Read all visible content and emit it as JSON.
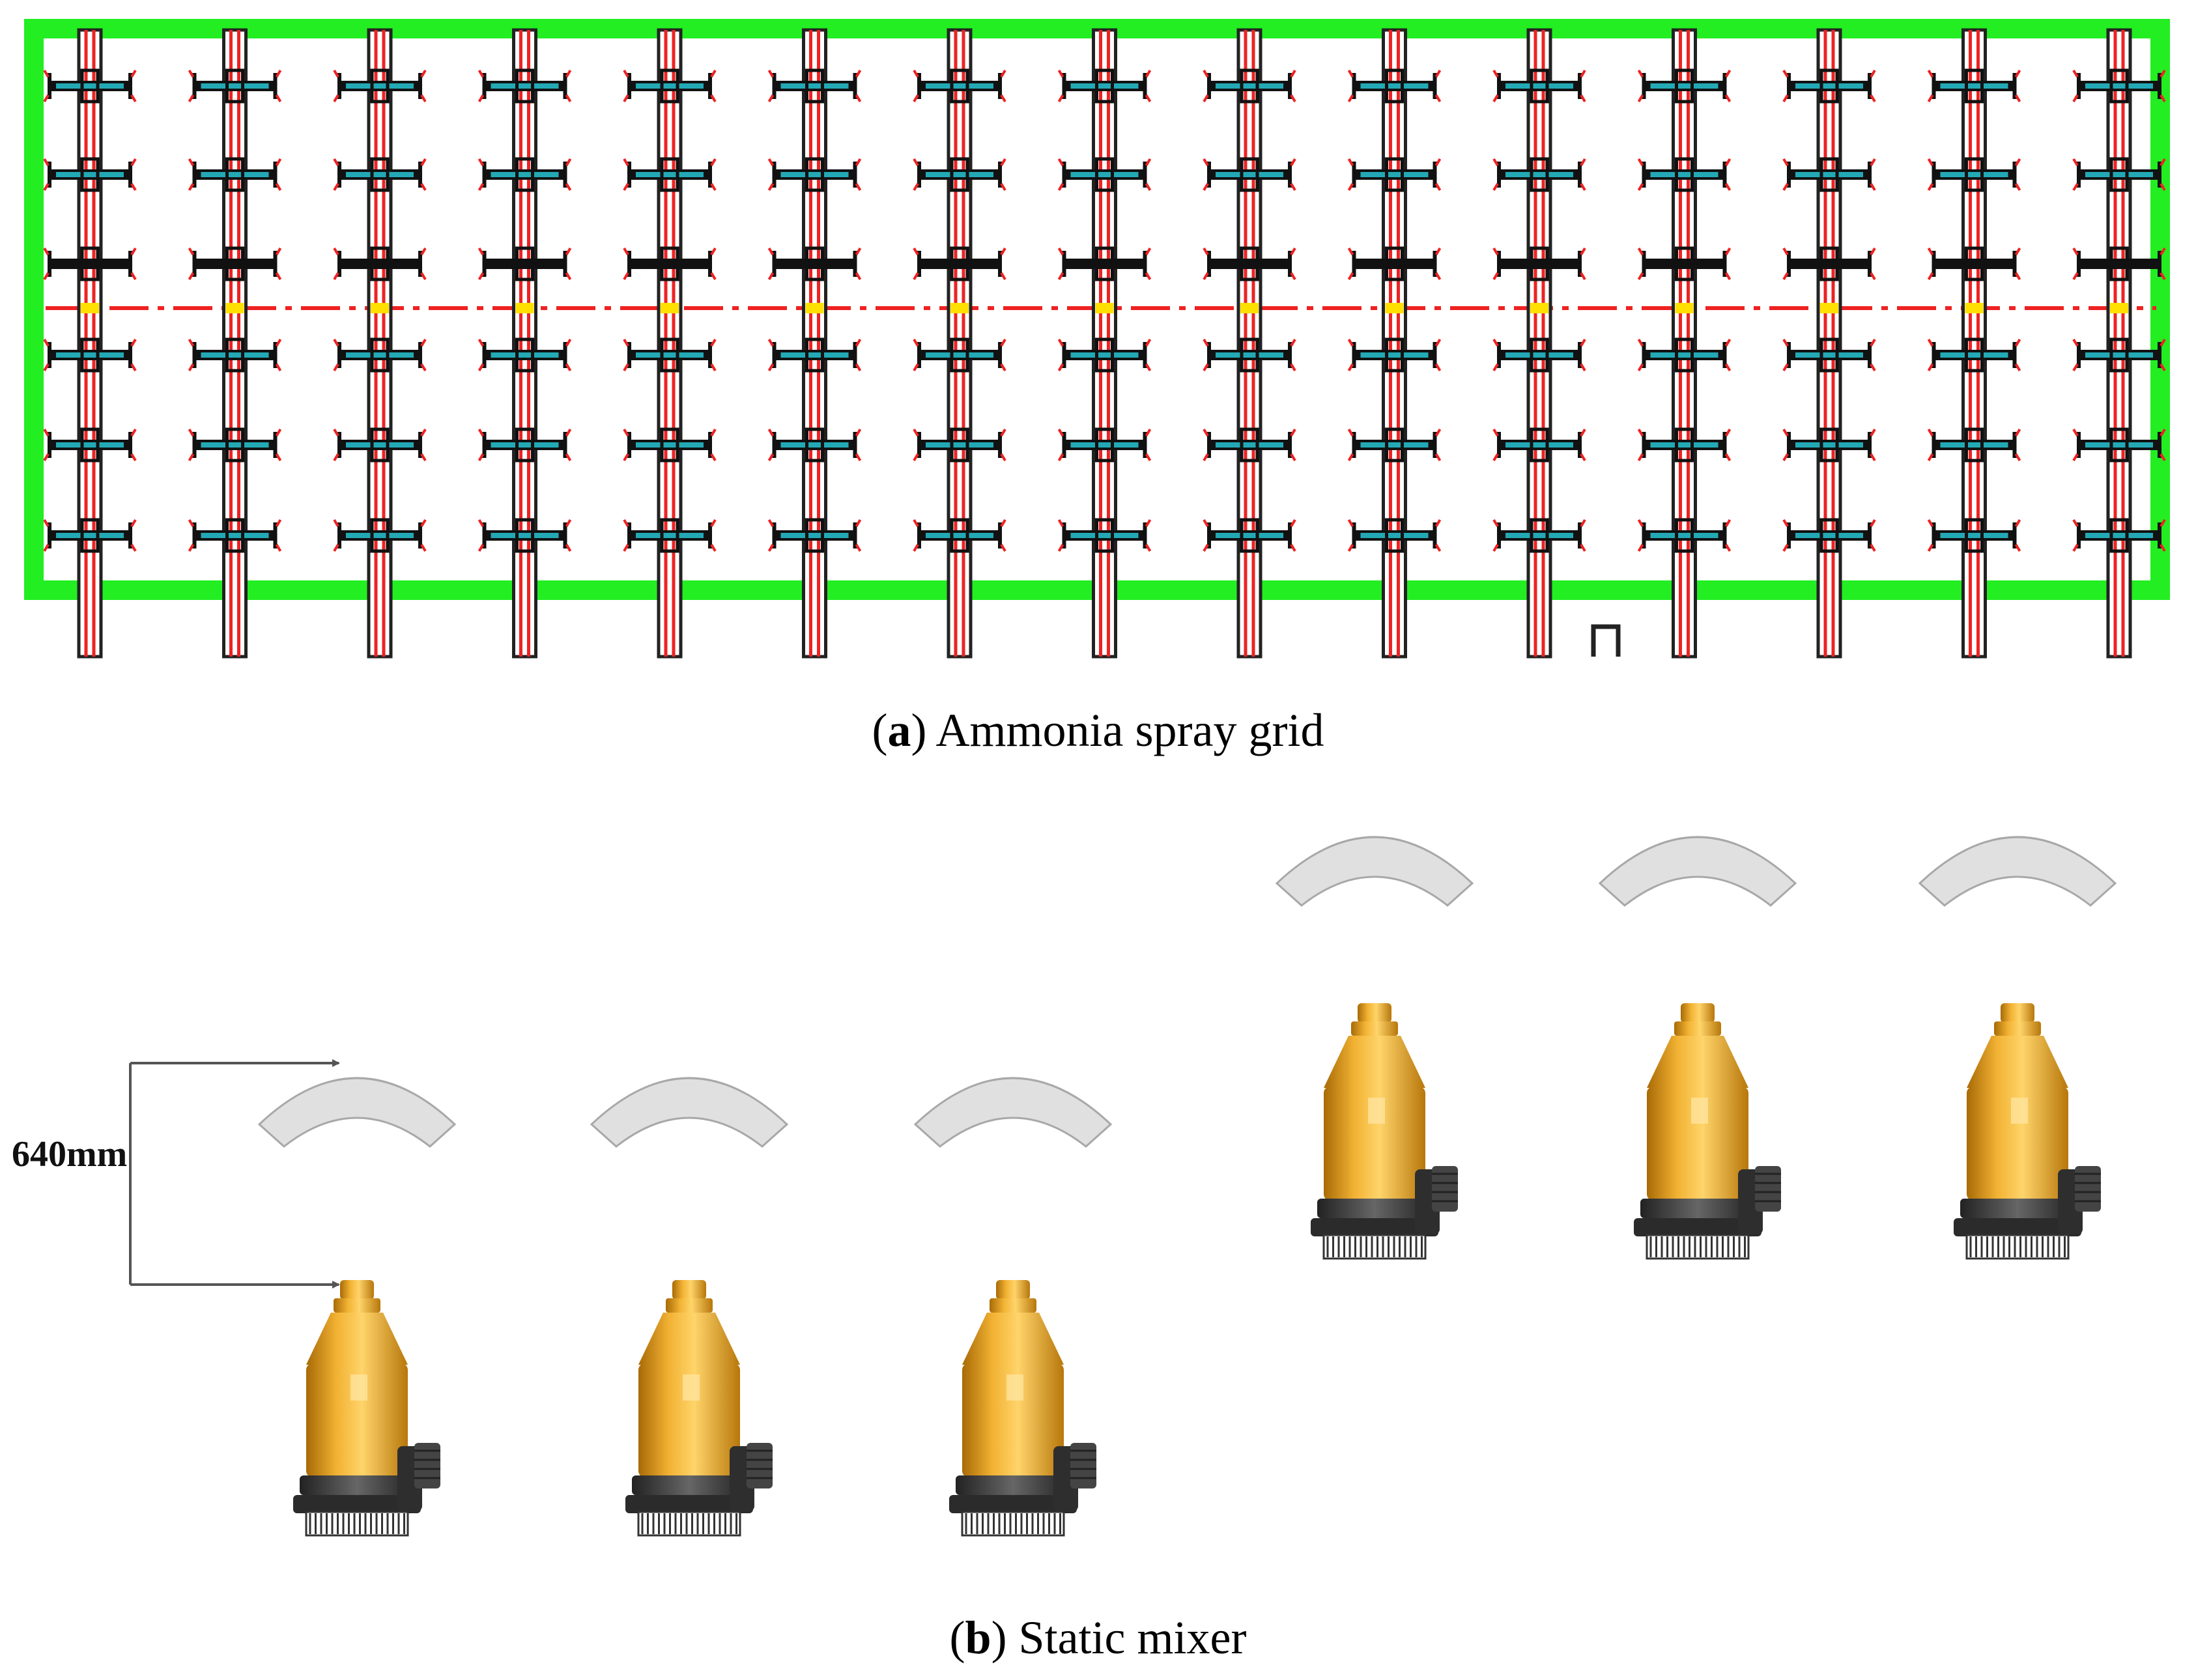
{
  "captions": {
    "a": {
      "letter": "a",
      "text": "Ammonia spray grid"
    },
    "b": {
      "letter": "b",
      "text": "Static mixer"
    }
  },
  "dimension": {
    "label": "640mm"
  },
  "grid": {
    "columns": 15,
    "nozzle_rows": 6,
    "frame_color": "#22ee22",
    "pipe_color": "#ee2222",
    "nozzle_color": "#23a9b5",
    "junction_color": "#ffe000"
  },
  "mixer": {
    "groups": 2,
    "units_per_group": 3,
    "vane_color": "#e0e0e0",
    "pump_color": "#e8a21c"
  }
}
